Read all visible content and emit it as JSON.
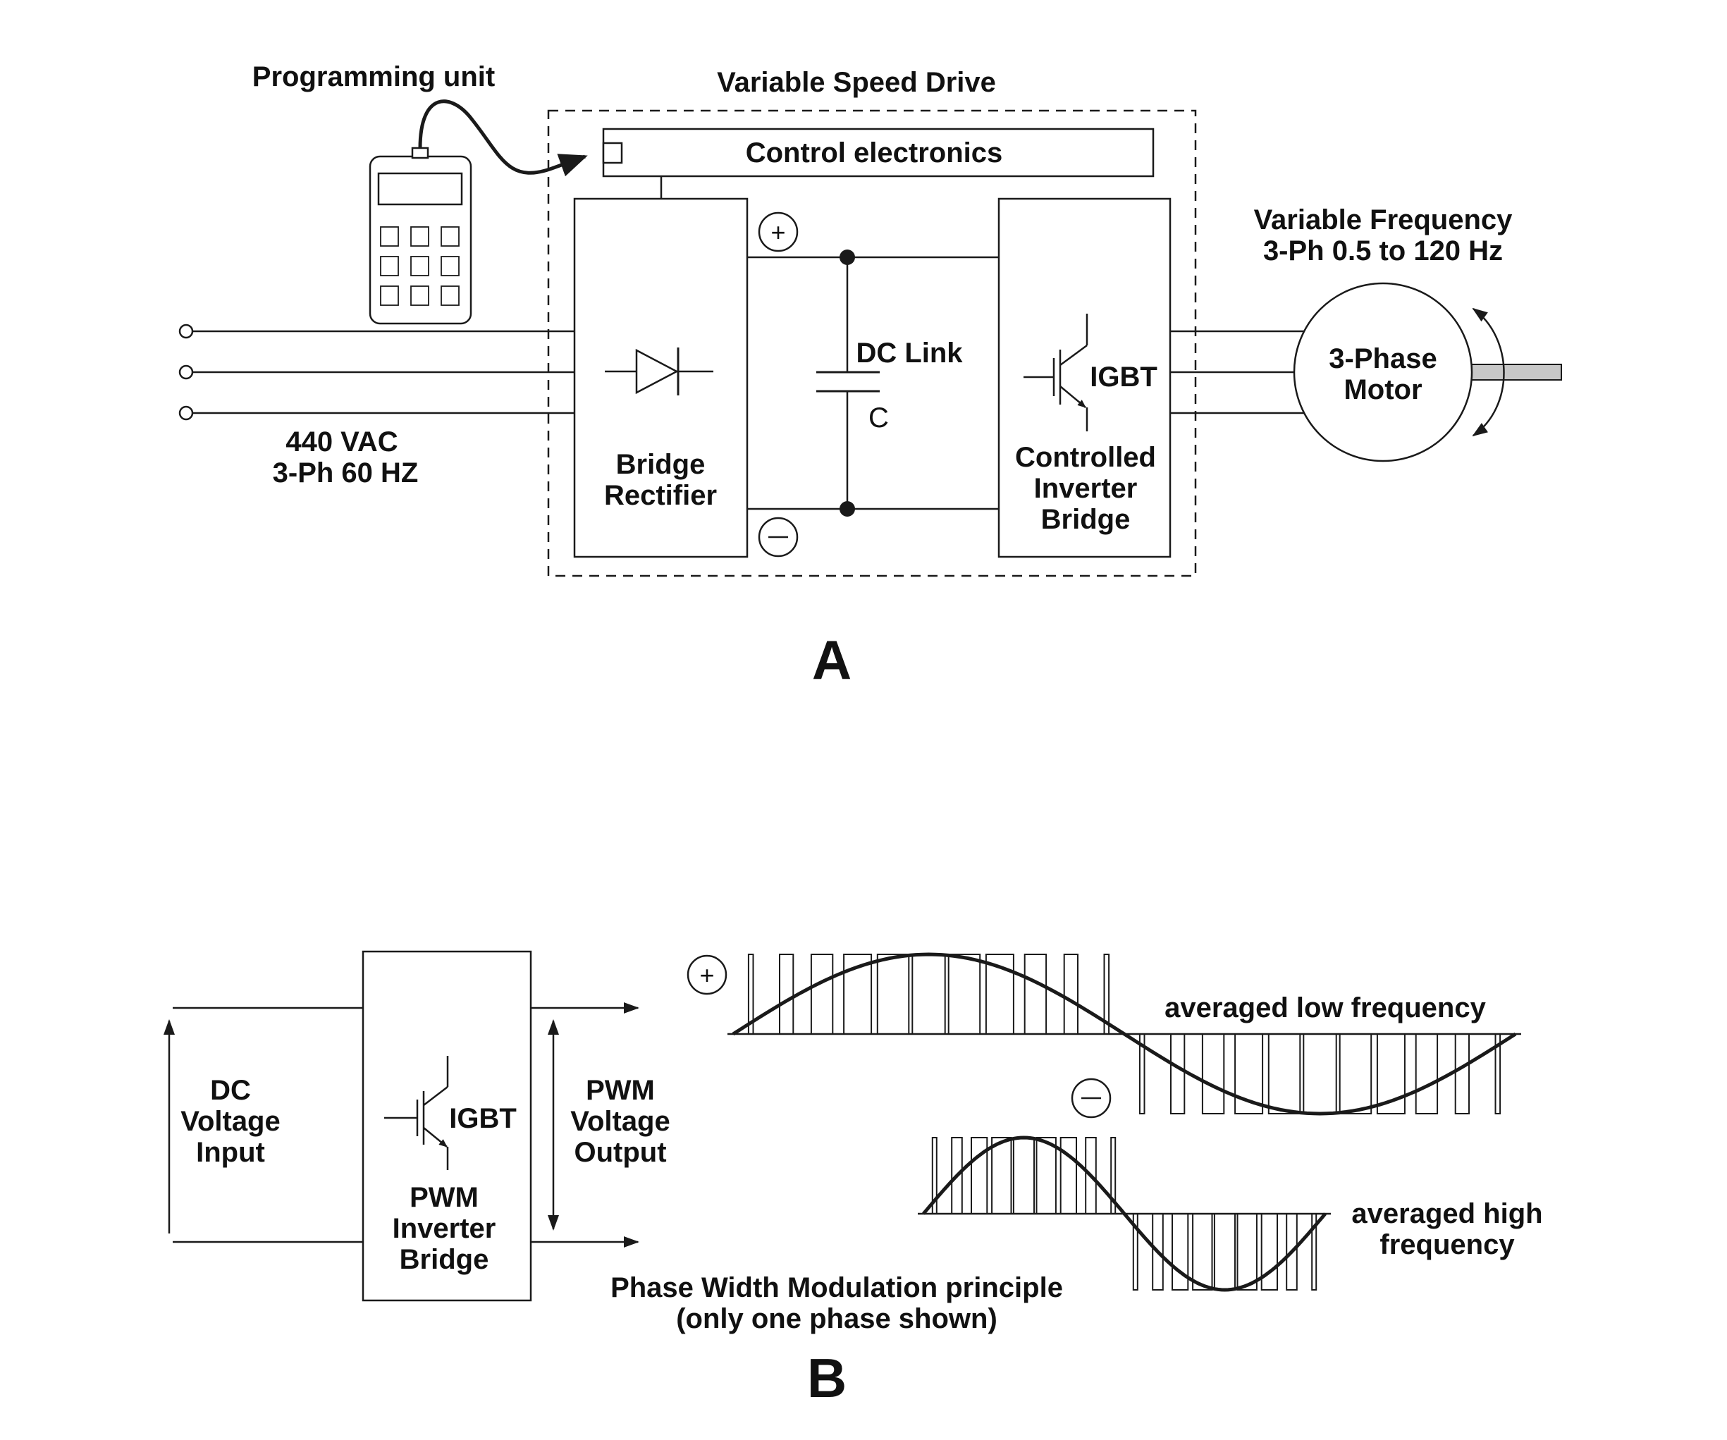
{
  "diagram_a": {
    "panel_label": "A",
    "programming_unit": "Programming unit",
    "drive_title": "Variable Speed Drive",
    "control_electronics": "Control electronics",
    "input_line1": "440 VAC",
    "input_line2": "3-Ph 60 HZ",
    "rectifier_line1": "Bridge",
    "rectifier_line2": "Rectifier",
    "dc_link": "DC Link",
    "capacitor": "C",
    "plus_sign": "+",
    "igbt": "IGBT",
    "inverter_line1": "Controlled",
    "inverter_line2": "Inverter",
    "inverter_line3": "Bridge",
    "output_line1": "Variable Frequency",
    "output_line2": "3-Ph 0.5 to 120 Hz",
    "motor_line1": "3-Phase",
    "motor_line2": "Motor"
  },
  "diagram_b": {
    "panel_label": "B",
    "input_line1": "DC",
    "input_line2": "Voltage",
    "input_line3": "Input",
    "igbt": "IGBT",
    "inverter_line1": "PWM",
    "inverter_line2": "Inverter",
    "inverter_line3": "Bridge",
    "output_line1": "PWM",
    "output_line2": "Voltage",
    "output_line3": "Output",
    "plus_sign": "+",
    "low_freq": "averaged low frequency",
    "high_freq_line1": "averaged high",
    "high_freq_line2": "frequency",
    "caption_line1": "Phase Width Modulation principle",
    "caption_line2": "(only one phase shown)"
  }
}
